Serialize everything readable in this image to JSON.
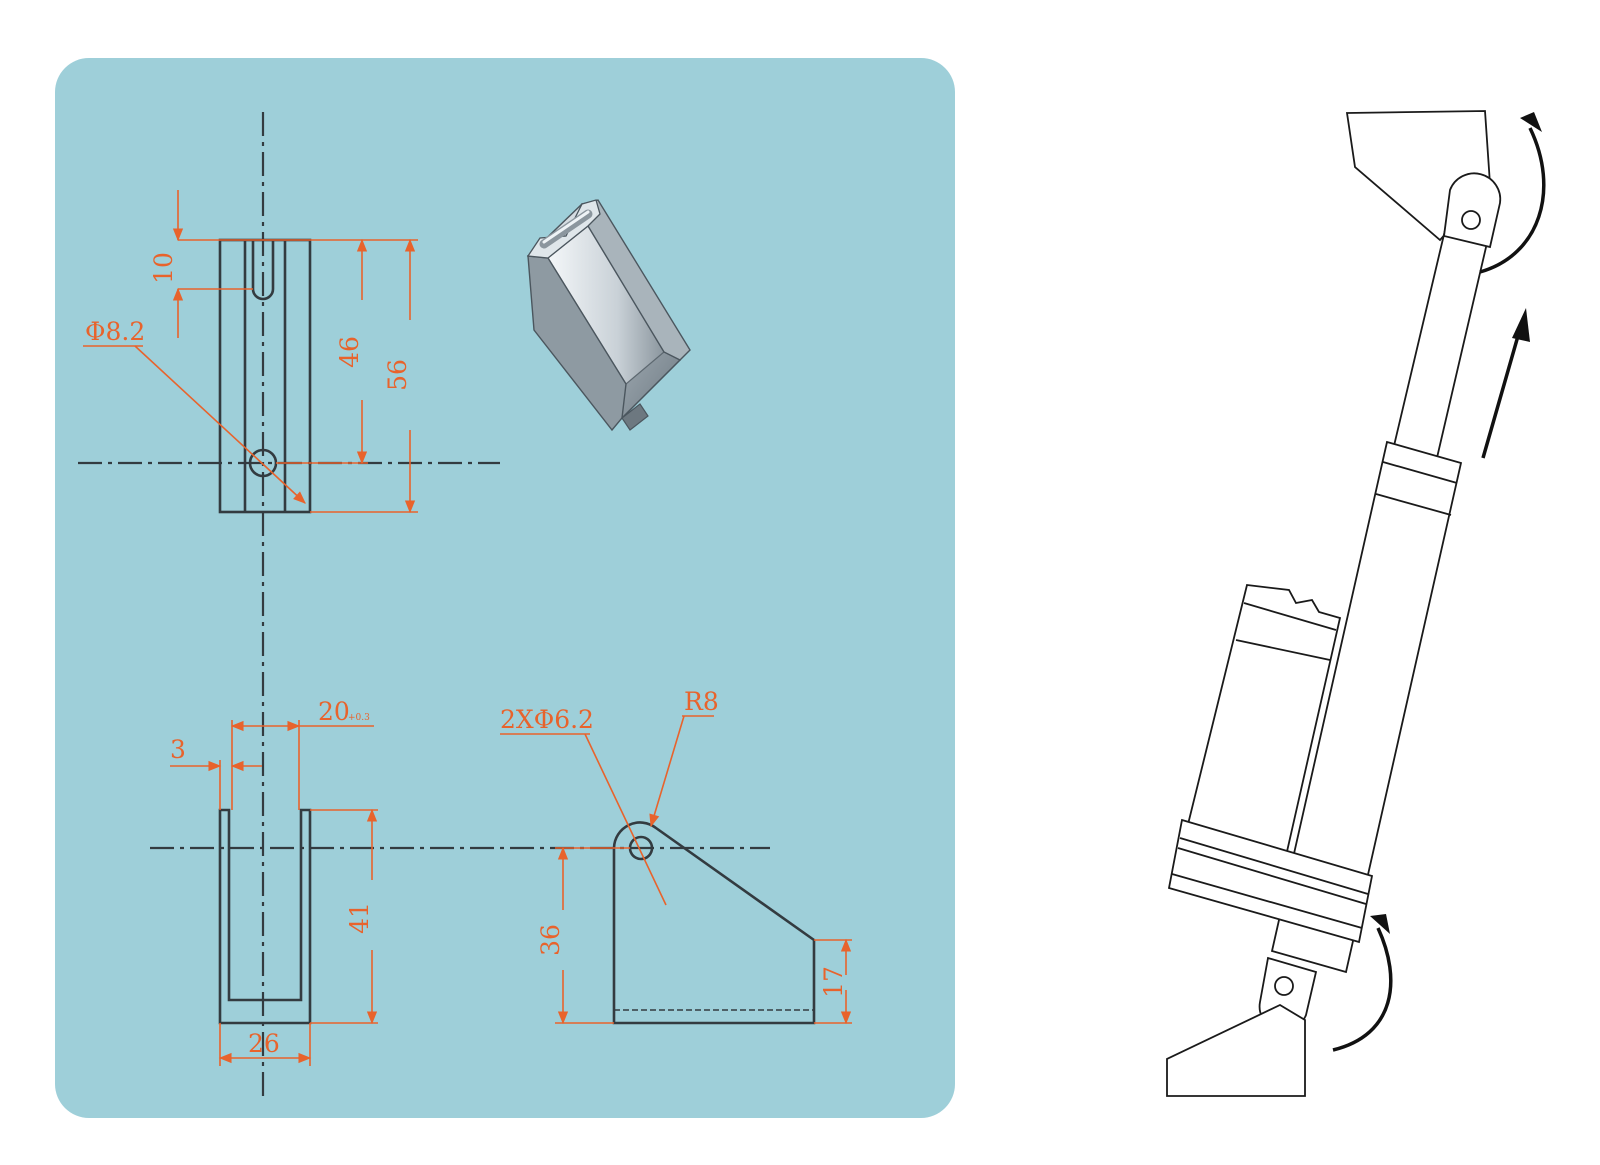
{
  "colors": {
    "panel": "#9ecfd9",
    "drawing_lines": "#333b40",
    "dimension_lines": "#e8632c",
    "sketch_lines": "#1a1a1a"
  },
  "dimensions": {
    "slot_depth": "10",
    "hole_diameter": "Φ8.2",
    "hole_center_height": "46",
    "overall_height": "56",
    "inner_width": "20",
    "inner_width_tolerance": "+0.3",
    "wall_thickness": "3",
    "front_height": "41",
    "outer_width": "26",
    "side_holes": "2XΦ6.2",
    "radius": "R8",
    "side_hole_height": "36",
    "side_end_height": "17"
  }
}
